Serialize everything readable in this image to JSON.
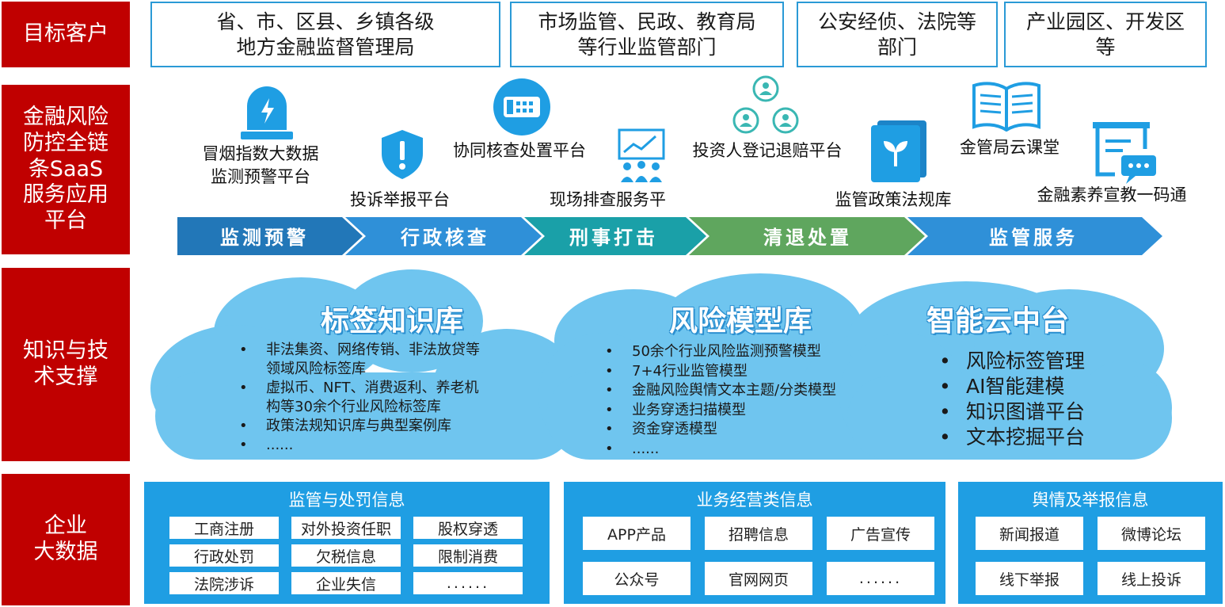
{
  "rows": {
    "target": "目标客户",
    "saas": "金融风险\n防控全链\n条SaaS\n服务应用\n平台",
    "knowledge": "知识与技\n术支撑",
    "bigdata": "企业\n大数据"
  },
  "customers": [
    "省、市、区县、乡镇各级\n地方金融监督管理局",
    "市场监管、民政、教育局\n等行业监管部门",
    "公安经侦、法院等\n部门",
    "产业园区、开发区\n等"
  ],
  "platforms": {
    "p1": "冒烟指数大数据\n监测预警平台",
    "p2": "投诉举报平台",
    "p3": "协同核查处置平台",
    "p4": "现场排查服务平\n台",
    "p5": "投资人登记退赔平台",
    "p6": "监管政策法规库",
    "p7": "金管局云课堂",
    "p8": "金融素养宣教一码通"
  },
  "icons": {
    "p1": "alarm-light-icon",
    "p2": "shield-alert-icon",
    "p3": "dashboard-card-icon",
    "p4": "meeting-chart-icon",
    "p5": "people-network-icon",
    "p6": "sprout-book-icon",
    "p7": "open-book-icon",
    "p8": "board-chat-icon"
  },
  "stages": [
    "监测预警",
    "行政核查",
    "刑事打击",
    "清退处置",
    "监管服务"
  ],
  "stage_colors": [
    "#2277b8",
    "#2f90d8",
    "#1aa0a8",
    "#5fa65e",
    "#2f90d8"
  ],
  "clouds": {
    "tags": {
      "title": "标签知识库",
      "items": [
        "非法集资、网络传销、非法放贷等\n领域风险标签库",
        "虚拟币、NFT、消费返利、养老机\n构等30余个行业风险标签库",
        "政策法规知识库与典型案例库",
        "......"
      ]
    },
    "risk": {
      "title": "风险模型库",
      "items": [
        "50余个行业风险监测预警模型",
        "7+4行业监管模型",
        "金融风险舆情文本主题/分类模型",
        "业务穿透扫描模型",
        "资金穿透模型",
        "......"
      ]
    },
    "cloud": {
      "title": "智能云中台",
      "items": [
        "风险标签管理",
        "AI智能建模",
        "知识图谱平台",
        "文本挖掘平台"
      ]
    }
  },
  "panels": {
    "p1": {
      "title": "监管与处罚信息",
      "cells": [
        "工商注册",
        "对外投资任职",
        "股权穿透",
        "行政处罚",
        "欠税信息",
        "限制消费",
        "法院涉诉",
        "企业失信",
        "......"
      ]
    },
    "p2": {
      "title": "业务经营类信息",
      "cells": [
        "APP产品",
        "招聘信息",
        "广告宣传",
        "公众号",
        "官网网页",
        "......"
      ]
    },
    "p3": {
      "title": "舆情及举报信息",
      "cells": [
        "新闻报道",
        "微博论坛",
        "线下举报",
        "线上投诉"
      ]
    }
  },
  "colors": {
    "red": "#c00000",
    "blue": "#1f9ee3",
    "cloud": "#6fc5ef",
    "border": "#2a9ad6"
  }
}
